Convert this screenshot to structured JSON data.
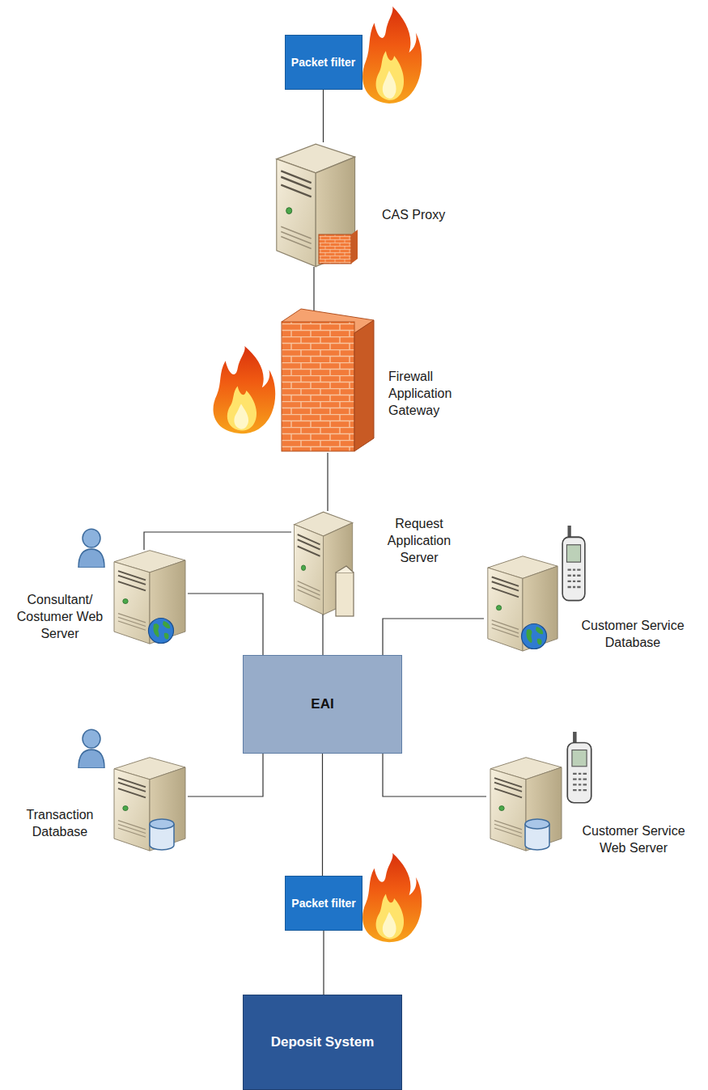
{
  "diagram": {
    "nodes": [
      {
        "text": [
          "Packet filter"
        ]
      },
      {
        "text": [
          "CAS Proxy"
        ]
      },
      {
        "text": [
          "Firewall Application Gateway"
        ]
      },
      {
        "text": [
          "Request Application Server"
        ]
      },
      {
        "text": [
          "Consultant/ Costumer Web Server"
        ]
      },
      {
        "text": [
          "Customer Service Database"
        ]
      },
      {
        "text": [
          "EAI"
        ]
      },
      {
        "text": [
          "Transaction Database"
        ]
      },
      {
        "text": [
          "Customer Service Web Server"
        ]
      },
      {
        "text": [
          "Packet filter"
        ]
      },
      {
        "text": [
          "Deposit System"
        ]
      }
    ],
    "edges": [
      {
        "from": 0,
        "to": 1,
        "arrow": "none"
      },
      {
        "from": 1,
        "to": 2,
        "arrow": "none"
      },
      {
        "from": 2,
        "to": 3,
        "arrow": "none"
      },
      {
        "from": 3,
        "to": 4,
        "arrow": "none"
      },
      {
        "from": 3,
        "to": 6,
        "arrow": "none"
      },
      {
        "from": 4,
        "to": 6,
        "arrow": "none"
      },
      {
        "from": 5,
        "to": 6,
        "arrow": "none"
      },
      {
        "from": 7,
        "to": 6,
        "arrow": "none"
      },
      {
        "from": 8,
        "to": 6,
        "arrow": "none"
      },
      {
        "from": 6,
        "to": 9,
        "arrow": "none"
      },
      {
        "from": 9,
        "to": 10,
        "arrow": "none"
      }
    ]
  }
}
